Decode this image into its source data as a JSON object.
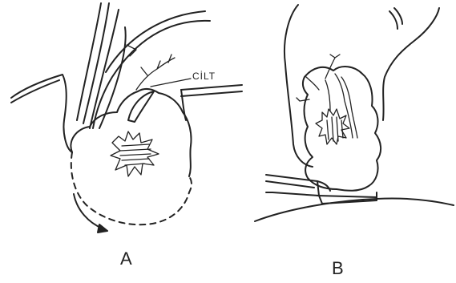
{
  "panel_a": {
    "annotation": "CİLT",
    "caption": "A"
  },
  "panel_b": {
    "caption": "B"
  },
  "colors": {
    "ink": "#222222",
    "background": "#ffffff"
  }
}
